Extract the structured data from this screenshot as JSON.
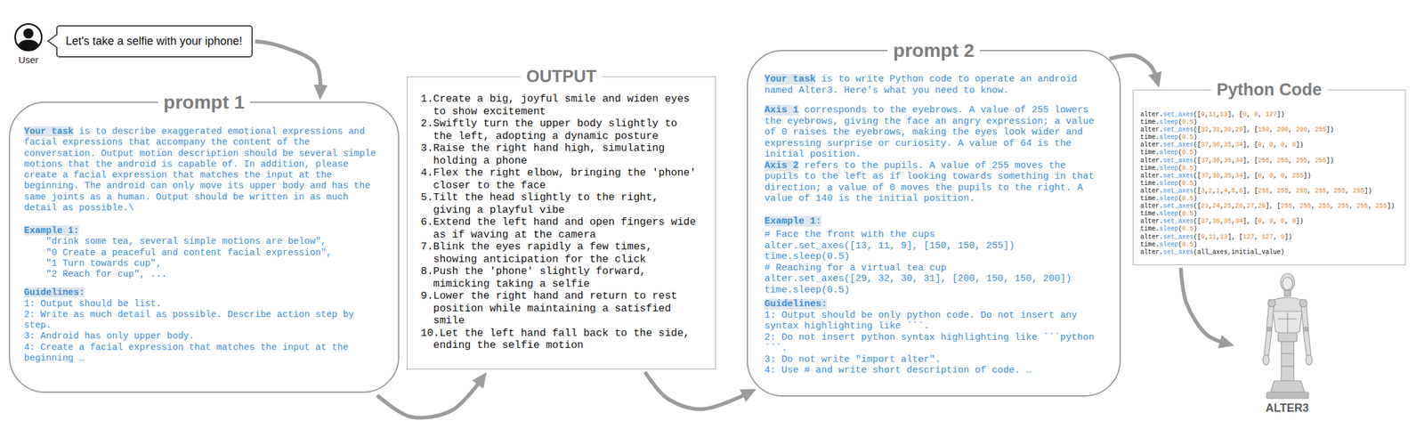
{
  "diagram": {
    "nodes": [
      {
        "text": [
          "Let's take a selfie with your iphone!"
        ]
      },
      {
        "text": [
          "prompt 1",
          "Your task",
          "is to describe exaggerated emotional expressions and facial expressions that accompany the content of the conversation. Output motion description should be several simple motions that the android is capable of. In addition, please create a facial expression that matches the input at the beginning. The android can only move its upper body and has the same joints as a human. Output should be written in as much detail as possible.\\",
          "Example 1:",
          "\"drink some tea, several simple motions are below\",",
          "\"0 Create a peaceful and content facial expression\",",
          "\"1 Turn towards cup\",",
          "\"2 Reach for cup\", ...",
          "Guidelines:",
          "1: Output should be list.",
          "2: Write as much detail as possible. Describe action step by step.",
          "3: Android has only upper body.",
          "4: Create a facial expression that matches the input at the beginning …"
        ]
      },
      {
        "text": [
          "OUTPUT",
          "1.Create a big, joyful smile and widen eyes to show excitement",
          "2.Swiftly turn the upper body slightly to the left, adopting a dynamic posture",
          "3.Raise the right hand high, simulating holding a phone",
          "4.Flex the right elbow, bringing the 'phone' closer to the face",
          "5.Tilt the head slightly to the right, giving a playful vibe",
          "6.Extend the left hand and open fingers wide as if waving at the camera",
          "7.Blink the eyes rapidly a few times, showing anticipation for the click",
          "8.Push the 'phone' slightly forward, mimicking taking a selfie",
          "9.Lower the right hand and return to rest position while maintaining a satisfied smile",
          "10.Let the left hand fall back to the side, ending the selfie motion"
        ]
      },
      {
        "text": [
          "prompt 2",
          "Your task",
          "is to write Python code to operate an android named Alter3. Here's what you need to know.",
          "Axis 1",
          "corresponds to the eyebrows. A value of 255 lowers the eyebrows, giving the face an angry expression; a value of 0 raises the eyebrows, making the eyes look wider and expressing surprise or curiosity. A value of 64 is the initial position.",
          "Axis 2",
          "refers to the pupils. A value of 255 moves the pupils to the left as if looking towards something in that direction; a value of 0 moves the pupils to the right. A value of 140 is the initial position.",
          "Example 1:",
          "# Face the front with the cups",
          "alter.set_axes([13, 11, 9], [150, 150, 255])",
          "time.sleep(0.5)",
          "# Reaching for a virtual tea cup",
          "alter.set_axes([29, 32, 30, 31], [200, 150, 150, 200])",
          "time.sleep(0.5)",
          "Guidelines:",
          "1: Output should be only python code. Do not insert any syntax highlighting like ```.",
          "2: Do not insert python syntax highlighting like ```python ```.",
          "3: Do not write \"import alter\".",
          "4: Use # and write short description of code. …"
        ]
      },
      {
        "text": [
          "Python Code",
          "alter.set_axes([9,11,13], [0, 0, 127])",
          "time.sleep(0.5)",
          "alter.set_axes([32,31,30,29], [150, 200, 200, 255])",
          "time.sleep(0.5)",
          "alter.set_axes([37,36,35,34], [0, 0, 0, 0])",
          "time.sleep(0.5)",
          "alter.set_axes([37,36,35,34], [255, 255, 255, 255])",
          "time.sleep(0.5)",
          "alter.set_axes([37,36,35,34], [0, 0, 0, 255])",
          "time.sleep(0.5)",
          "alter.set_axes([3,2,1,4,5,6], [255, 255, 255, 255, 255, 255])",
          "time.sleep(0.5)",
          "alter.set_axes([23,24,25,26,27,28], [255, 255, 255, 255, 255, 255])",
          "time.sleep(0.5)",
          "alter.set_axes([37,36,35,34], [0, 0, 0, 0])",
          "time.sleep(0.5)",
          "alter.set_axes([9,11,13], [127, 127, 0])",
          "time.sleep(0.5)",
          "alter.set_axes(all_axes,initial_value)"
        ]
      },
      {
        "text": [
          "ALTER3"
        ]
      }
    ],
    "edges": [
      {
        "from": 0,
        "to": 1,
        "arrow": "to"
      },
      {
        "from": 1,
        "to": 2,
        "arrow": "to"
      },
      {
        "from": 2,
        "to": 3,
        "arrow": "to"
      },
      {
        "from": 3,
        "to": 4,
        "arrow": "to"
      },
      {
        "from": 4,
        "to": 5,
        "arrow": "to"
      }
    ],
    "labels": [
      "User"
    ]
  }
}
